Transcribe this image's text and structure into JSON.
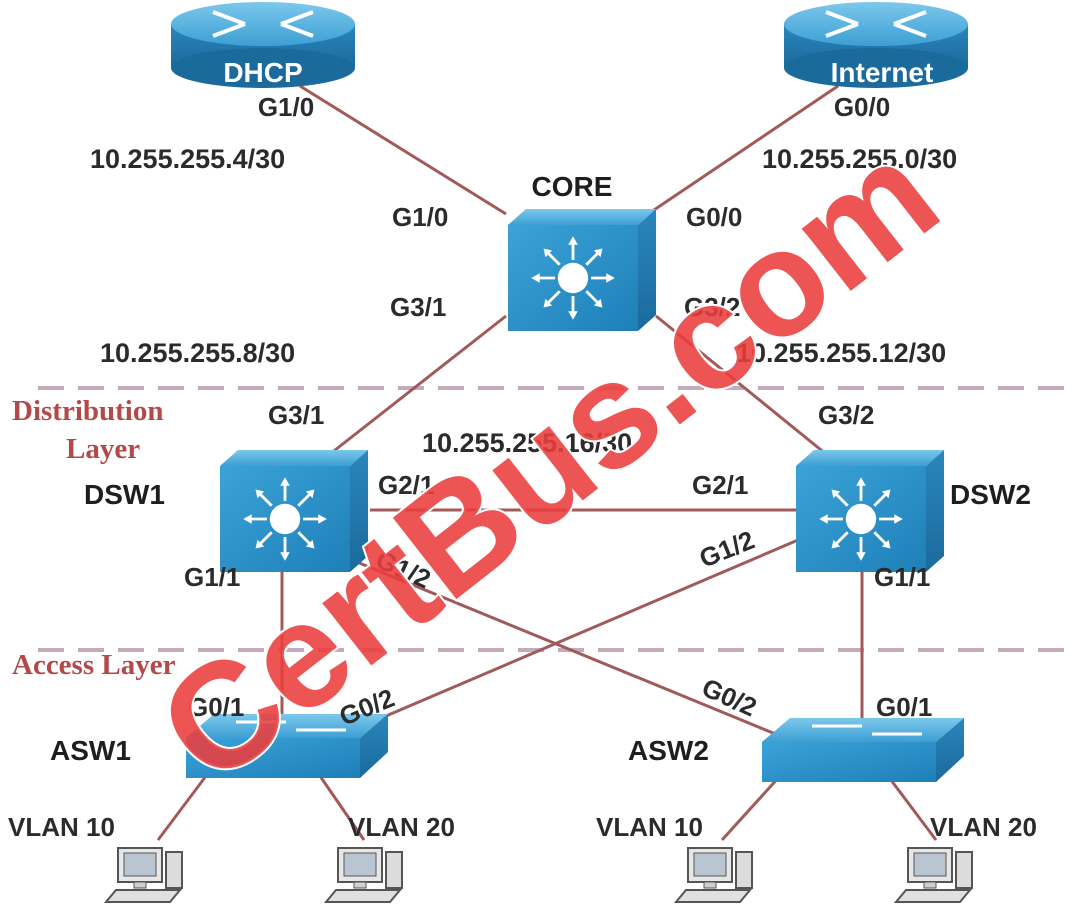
{
  "routers": {
    "dhcp": {
      "name": "DHCP",
      "port": "G1/0"
    },
    "internet": {
      "name": "Internet",
      "port": "G0/0"
    }
  },
  "core": {
    "name": "CORE",
    "port_g10": "G1/0",
    "port_g00": "G0/0",
    "port_g31": "G3/1",
    "port_g32": "G3/2"
  },
  "subnets": {
    "dhcp_core": "10.255.255.4/30",
    "internet_core": "10.255.255.0/30",
    "core_dsw1": "10.255.255.8/30",
    "core_dsw2": "10.255.255.12/30",
    "dsw1_dsw2": "10.255.255.16/30"
  },
  "layers": {
    "distribution_line1": "Distribution",
    "distribution_line2": "Layer",
    "access": "Access Layer"
  },
  "dsw1": {
    "name": "DSW1",
    "port_g31": "G3/1",
    "port_g21": "G2/1",
    "port_g11": "G1/1",
    "port_g12": "G1/2"
  },
  "dsw2": {
    "name": "DSW2",
    "port_g32": "G3/2",
    "port_g21": "G2/1",
    "port_g11": "G1/1",
    "port_g12": "G1/2"
  },
  "asw1": {
    "name": "ASW1",
    "port_g01": "G0/1",
    "port_g02": "G0/2",
    "vlan_a": "VLAN 10",
    "vlan_b": "VLAN 20"
  },
  "asw2": {
    "name": "ASW2",
    "port_g01": "G0/1",
    "port_g02": "G0/2",
    "vlan_a": "VLAN 10",
    "vlan_b": "VLAN 20"
  },
  "watermark": "CertBus.com",
  "colors": {
    "device_blue": "#2a8fc4",
    "link": "#a05a5a",
    "layer_text": "#b34a4a",
    "watermark": "#eb3c3c"
  }
}
